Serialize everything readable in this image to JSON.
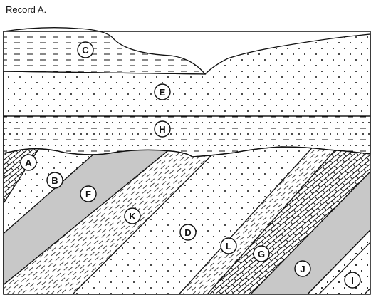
{
  "title": "Record A.",
  "labels": {
    "A": "A",
    "B": "B",
    "C": "C",
    "D": "D",
    "E": "E",
    "F": "F",
    "G": "G",
    "H": "H",
    "I": "I",
    "J": "J",
    "K": "K",
    "L": "L"
  },
  "colors": {
    "outline": "#111111",
    "gray_layer": "#c8c8c8",
    "background": "#ffffff"
  }
}
